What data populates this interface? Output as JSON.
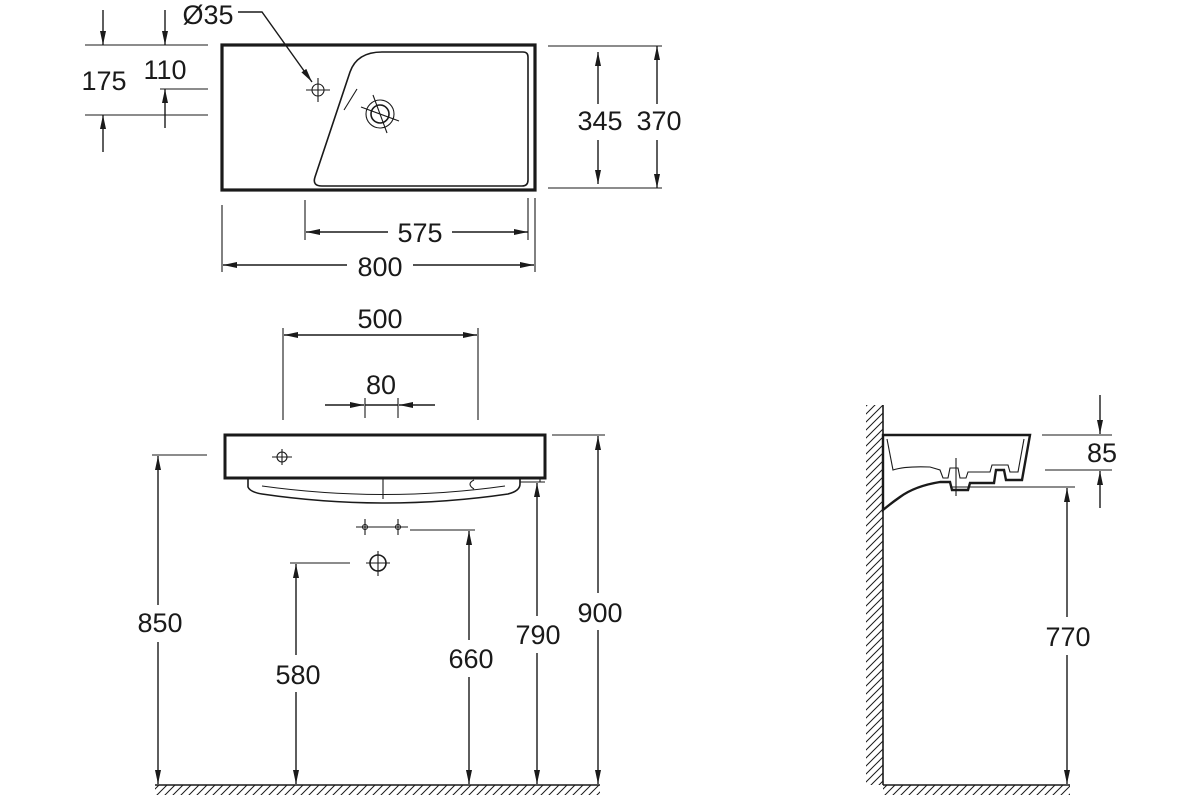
{
  "colors": {
    "line": "#1a1a1a",
    "background": "#ffffff"
  },
  "top_view": {
    "hole_diameter": "Ø35",
    "left_outer": "175",
    "left_inner": "110",
    "right_inner": "345",
    "right_outer": "370",
    "bottom_inner": "575",
    "bottom_outer": "800"
  },
  "front_view": {
    "top_outer": "500",
    "top_inner": "80",
    "height_left": "850",
    "height_a": "580",
    "height_b": "660",
    "height_c": "790",
    "height_right": "900"
  },
  "side_view": {
    "rim": "85",
    "height": "770"
  }
}
